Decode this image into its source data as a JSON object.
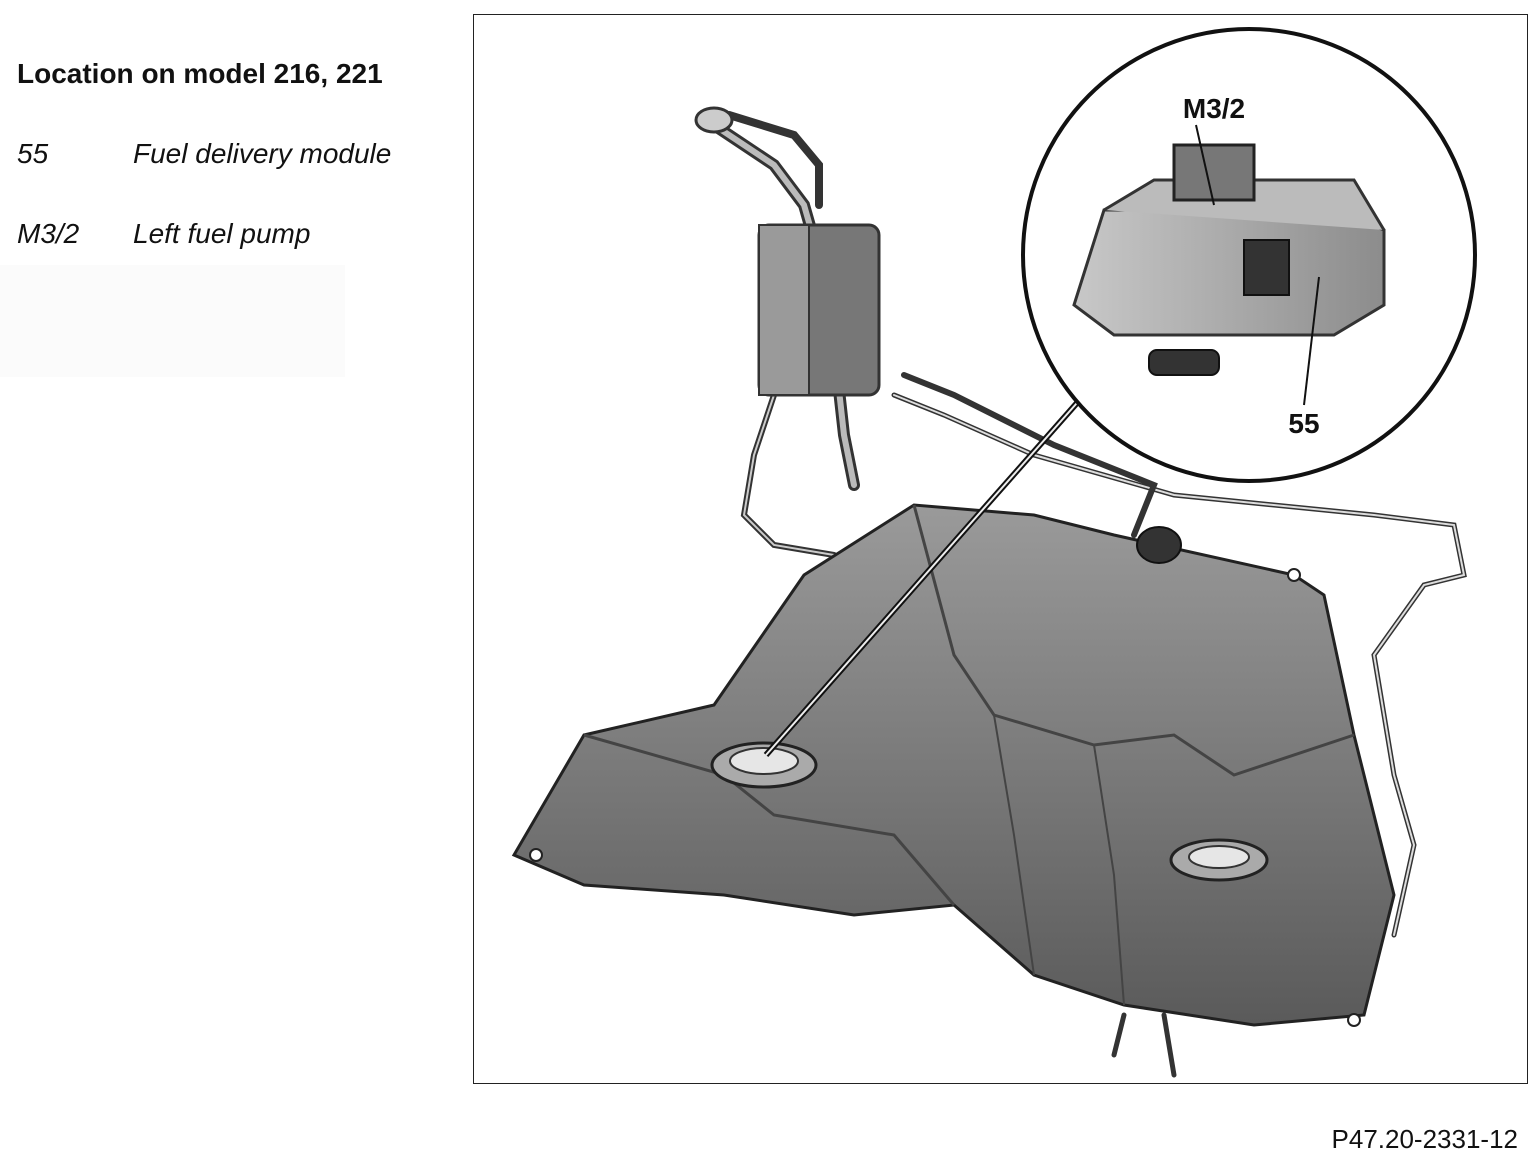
{
  "header": {
    "title": "Location on model 216, 221"
  },
  "legend": [
    {
      "code": "55",
      "description": "Fuel delivery module"
    },
    {
      "code": "M3/2",
      "description": "Left fuel pump"
    }
  ],
  "figure": {
    "callouts": {
      "pump": "M3/2",
      "module": "55"
    },
    "reference": "P47.20-2331-12"
  }
}
